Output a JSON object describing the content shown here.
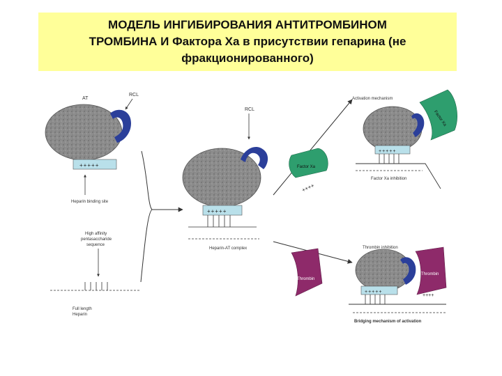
{
  "title": {
    "line1": "МОДЕЛЬ ИНГИБИРОВАНИЯ АНТИТРОМБИНОМ",
    "line2": "ТРОМБИНА И Фактора Ха в присутствии гепарина (не",
    "line3": "фракционированного)"
  },
  "diagram": {
    "at_label": "AT",
    "rcl_label": "RCL",
    "plus_charges": "+++++",
    "plus_charges_short": "++++",
    "heparin_binding_site": "Heparin binding site",
    "pentasaccharide_line1": "High affinity",
    "pentasaccharide_line2": "pentasaccharide",
    "pentasaccharide_line3": "sequence",
    "full_length_line1": "Full length",
    "full_length_line2": "Heparin",
    "heparin_at_complex": "Heparin-AT complex",
    "activation_mechanism": "Activation mechanism",
    "factor_xa": "Factor Xa",
    "factor_xa_inhibition": "Factor Xa inhibition",
    "thrombin": "Thrombin",
    "thrombin_inhibition": "Thrombin inhibition",
    "bridging_mechanism": "Bridging mechanism of activation"
  },
  "colors": {
    "title_bg": "#ffff99",
    "antithrombin_body": "#8c8c8c",
    "rcl_loop": "#2b3f9a",
    "factor_xa": "#2e9e6e",
    "thrombin": "#8e2a6a",
    "binding_site": "#b9e0ea"
  }
}
